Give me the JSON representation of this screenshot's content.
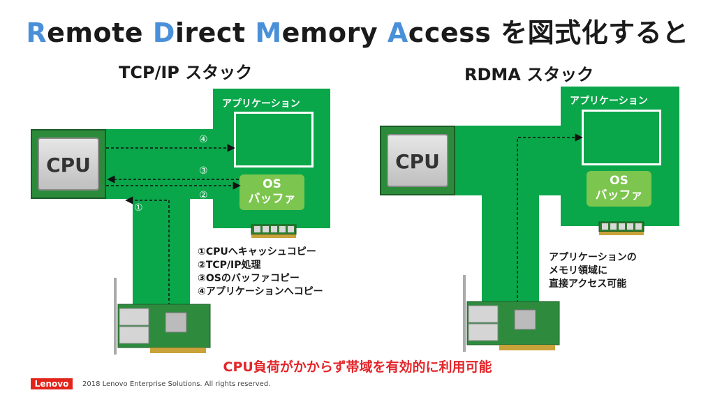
{
  "title": {
    "parts": [
      {
        "cap": "R",
        "rest": "emote "
      },
      {
        "cap": "D",
        "rest": "irect "
      },
      {
        "cap": "M",
        "rest": "emory "
      },
      {
        "cap": "A",
        "rest": "ccess "
      }
    ],
    "suffix": "を図式化すると"
  },
  "colors": {
    "green": "#0aa64a",
    "light_green": "#7cc54f",
    "title_accent": "#4a90d9",
    "red": "#e3262b"
  },
  "left": {
    "heading": "TCP/IP スタック",
    "app_label": "アプリケーション",
    "os_buffer_line1": "OS",
    "os_buffer_line2": "バッファ",
    "cpu_label": "CPU",
    "steps": [
      "④",
      "③",
      "②",
      "①"
    ],
    "list": [
      "①CPUへキャッシュコピー",
      "②TCP/IP処理",
      "③OSのバッファコピー",
      "④アプリケーションへコピー"
    ]
  },
  "right": {
    "heading": "RDMA スタック",
    "app_label": "アプリケーション",
    "os_buffer_line1": "OS",
    "os_buffer_line2": "バッファ",
    "cpu_label": "CPU",
    "note": [
      "アプリケーションの",
      "メモリ領域に",
      "直接アクセス可能"
    ]
  },
  "bottom_message": "CPU負荷がかからず帯域を有効的に利用可能",
  "footer": {
    "logo": "Lenovo",
    "copyright": "2018 Lenovo Enterprise Solutions. All rights reserved."
  }
}
